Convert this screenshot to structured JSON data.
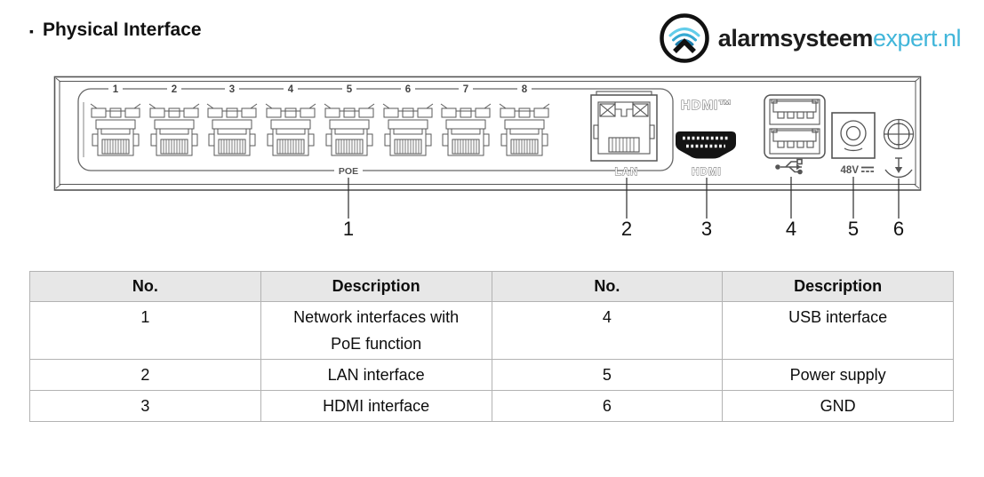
{
  "page": {
    "bullet": "▪",
    "title": "Physical Interface"
  },
  "logo": {
    "brand_bold": "alarmsysteem",
    "brand_light": "expert.nl",
    "accent_color": "#41b6da",
    "icon": "wifi-arcs-circle-icon"
  },
  "device": {
    "port_numbers": [
      "1",
      "2",
      "3",
      "4",
      "5",
      "6",
      "7",
      "8"
    ],
    "poe_label": "POE",
    "lan_label": "LAN",
    "hdmi_logo": "HDMI™",
    "hdmi_label": "HDMI",
    "power_label": "48V",
    "power_dc_symbol": "solid-over-dashed-dc-icon",
    "usb_symbol": "usb-trident-icon",
    "gnd_symbol": "ground-icon"
  },
  "callouts": [
    "1",
    "2",
    "3",
    "4",
    "5",
    "6"
  ],
  "table": {
    "headers": [
      "No.",
      "Description",
      "No.",
      "Description"
    ],
    "rows": [
      [
        "1",
        "Network interfaces with PoE function",
        "4",
        "USB interface"
      ],
      [
        "2",
        "LAN interface",
        "5",
        "Power supply"
      ],
      [
        "3",
        "HDMI interface",
        "6",
        "GND"
      ]
    ]
  }
}
